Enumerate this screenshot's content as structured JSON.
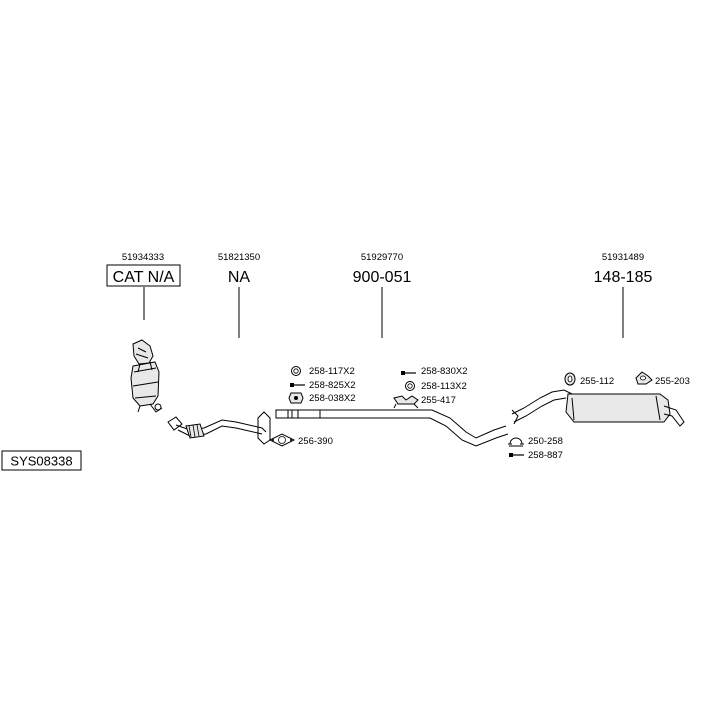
{
  "system_code": "SYS08338",
  "components": [
    {
      "oe_number": "51934333",
      "part_label": "CAT N/A"
    },
    {
      "oe_number": "51821350",
      "part_label": "NA"
    },
    {
      "oe_number": "51929770",
      "part_label": "900-051"
    },
    {
      "oe_number": "51931489",
      "part_label": "148-185"
    }
  ],
  "fittings": [
    {
      "code": "258-117X2",
      "icon": "gasket-ring-icon"
    },
    {
      "code": "258-825X2",
      "icon": "bolt-icon"
    },
    {
      "code": "258-038X2",
      "icon": "nut-icon"
    },
    {
      "code": "256-390",
      "icon": "flange-gasket-icon"
    },
    {
      "code": "258-830X2",
      "icon": "bolt-icon"
    },
    {
      "code": "258-113X2",
      "icon": "gasket-ring-icon"
    },
    {
      "code": "255-417",
      "icon": "rubber-mount-icon"
    },
    {
      "code": "250-258",
      "icon": "clamp-icon"
    },
    {
      "code": "258-887",
      "icon": "bolt-icon"
    },
    {
      "code": "255-112",
      "icon": "rubber-ring-icon"
    },
    {
      "code": "255-203",
      "icon": "rubber-mount-icon"
    }
  ]
}
